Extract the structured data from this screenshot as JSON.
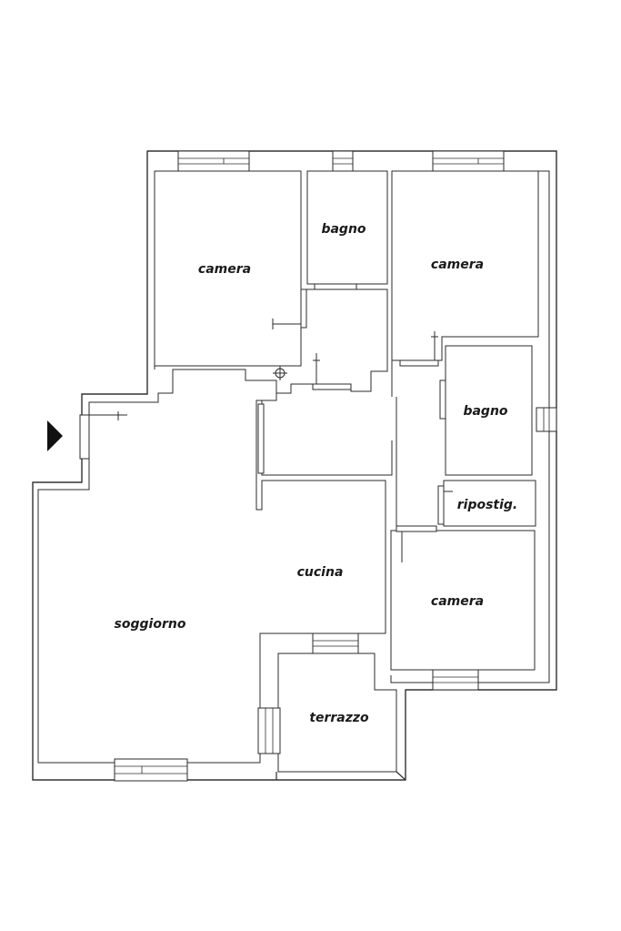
{
  "plan": {
    "rooms": [
      {
        "id": "camera-nw",
        "label": "camera"
      },
      {
        "id": "bagno-n",
        "label": "bagno"
      },
      {
        "id": "camera-ne",
        "label": "camera"
      },
      {
        "id": "bagno-e",
        "label": "bagno"
      },
      {
        "id": "ripostiglio",
        "label": "ripostig."
      },
      {
        "id": "cucina",
        "label": "cucina"
      },
      {
        "id": "camera-se",
        "label": "camera"
      },
      {
        "id": "soggiorno",
        "label": "soggiorno"
      },
      {
        "id": "terrazzo",
        "label": "terrazzo"
      }
    ],
    "entrance_icon": "entrance-arrow-icon"
  }
}
